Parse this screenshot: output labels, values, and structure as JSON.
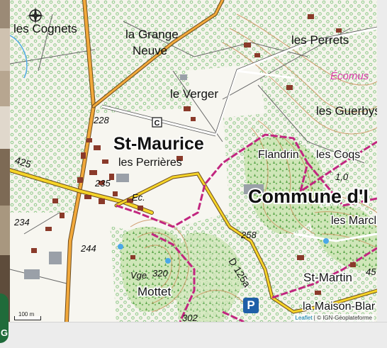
{
  "map": {
    "places": {
      "les_cognets": "les Cognets",
      "la_grange": "la Grange",
      "neuve": "Neuve",
      "les_perrets": "les Perrets",
      "ecomus": "Écomus",
      "le_verger": "le Verger",
      "les_guerbys": "les Guerbys",
      "st_maurice": "St-Maurice",
      "les_perrieres": "les Perrières",
      "flandrin": "Flandrin",
      "les_coqs": "les Coqs",
      "commune": "Commune d'I",
      "les_marcl": "les Marcl",
      "st_martin": "St-Martin",
      "la_maison_blan": "la Maison-Blar",
      "mottet": "Mottet",
      "vge": "Vge.",
      "ec": "Ec.",
      "chapel_c": "C"
    },
    "elevations": {
      "e228": "228",
      "e235": "235",
      "e234": "234",
      "e244": "244",
      "e258": "258",
      "e320": "320",
      "e302": "302",
      "e45": "45",
      "e10": "1,0"
    },
    "roads": {
      "d425": "425",
      "d125a": "D 125a"
    },
    "scale": "100 m",
    "attribution": {
      "leaflet": "Leaflet",
      "sep": " | ",
      "provider": "© IGN-Géoplateforme"
    },
    "parking": "P",
    "badge": "G",
    "colors": {
      "road_main": "#f2a93b",
      "road_secondary": "#f5d428",
      "trail": "#c1267f",
      "vegetation_dots": "#8fc98a",
      "contour": "#c98f5a",
      "building": "#8a3a2a",
      "water": "#4aa8e8"
    }
  }
}
